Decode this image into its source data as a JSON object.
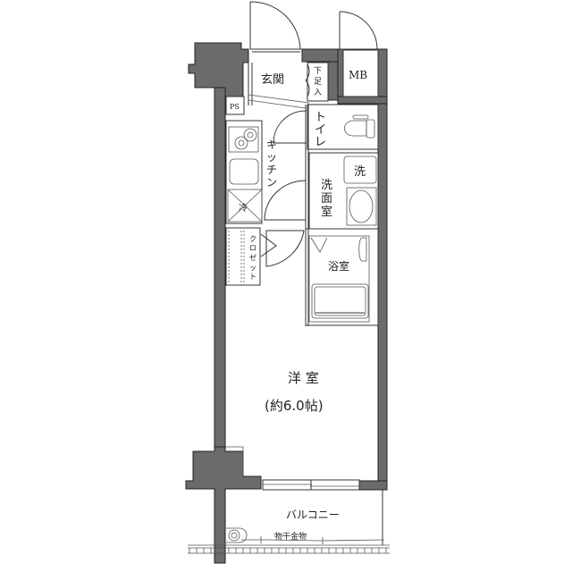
{
  "floorplan": {
    "rooms": {
      "entrance": "玄関",
      "shoe_box": [
        "下",
        "足",
        "入"
      ],
      "meter_box": "MB",
      "pipe_space": "PS",
      "toilet": [
        "ト",
        "イ",
        "レ"
      ],
      "kitchen": [
        "キ",
        "ッ",
        "チ",
        "ン"
      ],
      "washer": "洗",
      "washroom": [
        "洗",
        "面",
        "室"
      ],
      "fridge": "冷",
      "closet": [
        "ク",
        "ロ",
        "ゼ",
        "ッ",
        "ト"
      ],
      "bathroom": "浴室",
      "western_room": "洋 室",
      "western_room_size": "(約6.0帖)",
      "balcony": "バルコニー",
      "drying_hardware": "物干金物"
    },
    "colors": {
      "wall": "#6b6b6b",
      "line": "#333333",
      "background": "#ffffff"
    }
  }
}
